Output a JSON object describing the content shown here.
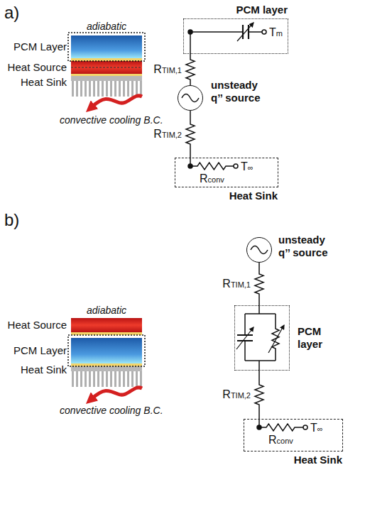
{
  "diagram": {
    "nodes": [
      {
        "text": [
          "PCM layer",
          "Tm"
        ]
      },
      {
        "text": [
          "unsteady q’’ source"
        ]
      },
      {
        "text": [
          "Heat Sink",
          "T∞",
          "Rconv"
        ]
      },
      {
        "text": [
          "unsteady q’’ source"
        ]
      },
      {
        "text": [
          "PCM layer"
        ]
      },
      {
        "text": [
          "Heat Sink",
          "T∞",
          "Rconv"
        ]
      }
    ],
    "edges": [
      {
        "from": 0,
        "to": 1,
        "arrow": "none",
        "label": "RTIM,1"
      },
      {
        "from": 1,
        "to": 2,
        "arrow": "none",
        "label": "RTIM,2"
      },
      {
        "from": 3,
        "to": 4,
        "arrow": "none",
        "label": "RTIM,1"
      },
      {
        "from": 4,
        "to": 5,
        "arrow": "none",
        "label": "RTIM,2"
      }
    ],
    "labels": [
      "a)",
      "adiabatic",
      "PCM Layer",
      "Heat Source",
      "Heat Sink",
      "convective cooling B.C.",
      "b)",
      "adiabatic",
      "Heat Source",
      "PCM Layer",
      "Heat Sink",
      "convective cooling B.C."
    ]
  }
}
